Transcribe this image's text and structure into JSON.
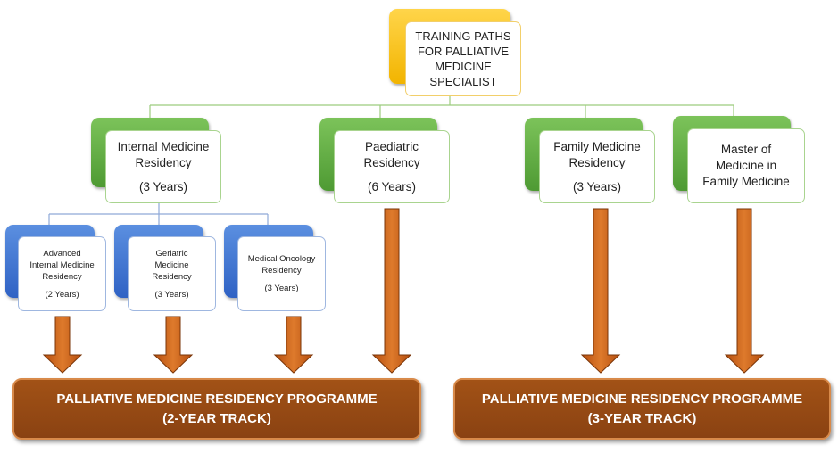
{
  "root": {
    "lines": [
      "TRAINING PATHS",
      "FOR PALLIATIVE",
      "MEDICINE",
      "SPECIALIST"
    ]
  },
  "tracks": [
    {
      "title_lines": [
        "Internal Medicine",
        "Residency"
      ],
      "duration": "(3 Years)"
    },
    {
      "title_lines": [
        "Paediatric",
        "Residency"
      ],
      "duration": "(6 Years)"
    },
    {
      "title_lines": [
        "Family Medicine",
        "Residency"
      ],
      "duration": "(3 Years)"
    },
    {
      "title_lines": [
        "Master of",
        "Medicine in",
        "Family Medicine"
      ],
      "duration": ""
    }
  ],
  "subtracks": [
    {
      "title_lines": [
        "Advanced",
        "Internal Medicine",
        "Residency"
      ],
      "duration": "(2 Years)"
    },
    {
      "title_lines": [
        "Geriatric",
        "Medicine",
        "Residency"
      ],
      "duration": "(3 Years)"
    },
    {
      "title_lines": [
        "Medical Oncology",
        "Residency"
      ],
      "duration": "(3 Years)"
    }
  ],
  "programmes": [
    {
      "line1": "PALLIATIVE MEDICINE RESIDENCY PROGRAMME",
      "line2": "(2-YEAR TRACK)"
    },
    {
      "line1": "PALLIATIVE MEDICINE RESIDENCY PROGRAMME",
      "line2": "(3-YEAR TRACK)"
    }
  ],
  "colors": {
    "root_accent": "#f2b400",
    "track_accent": "#4e9a33",
    "subtrack_accent": "#2f62c4",
    "arrow": "#c8601a",
    "programme_fill": "#8a4212"
  }
}
